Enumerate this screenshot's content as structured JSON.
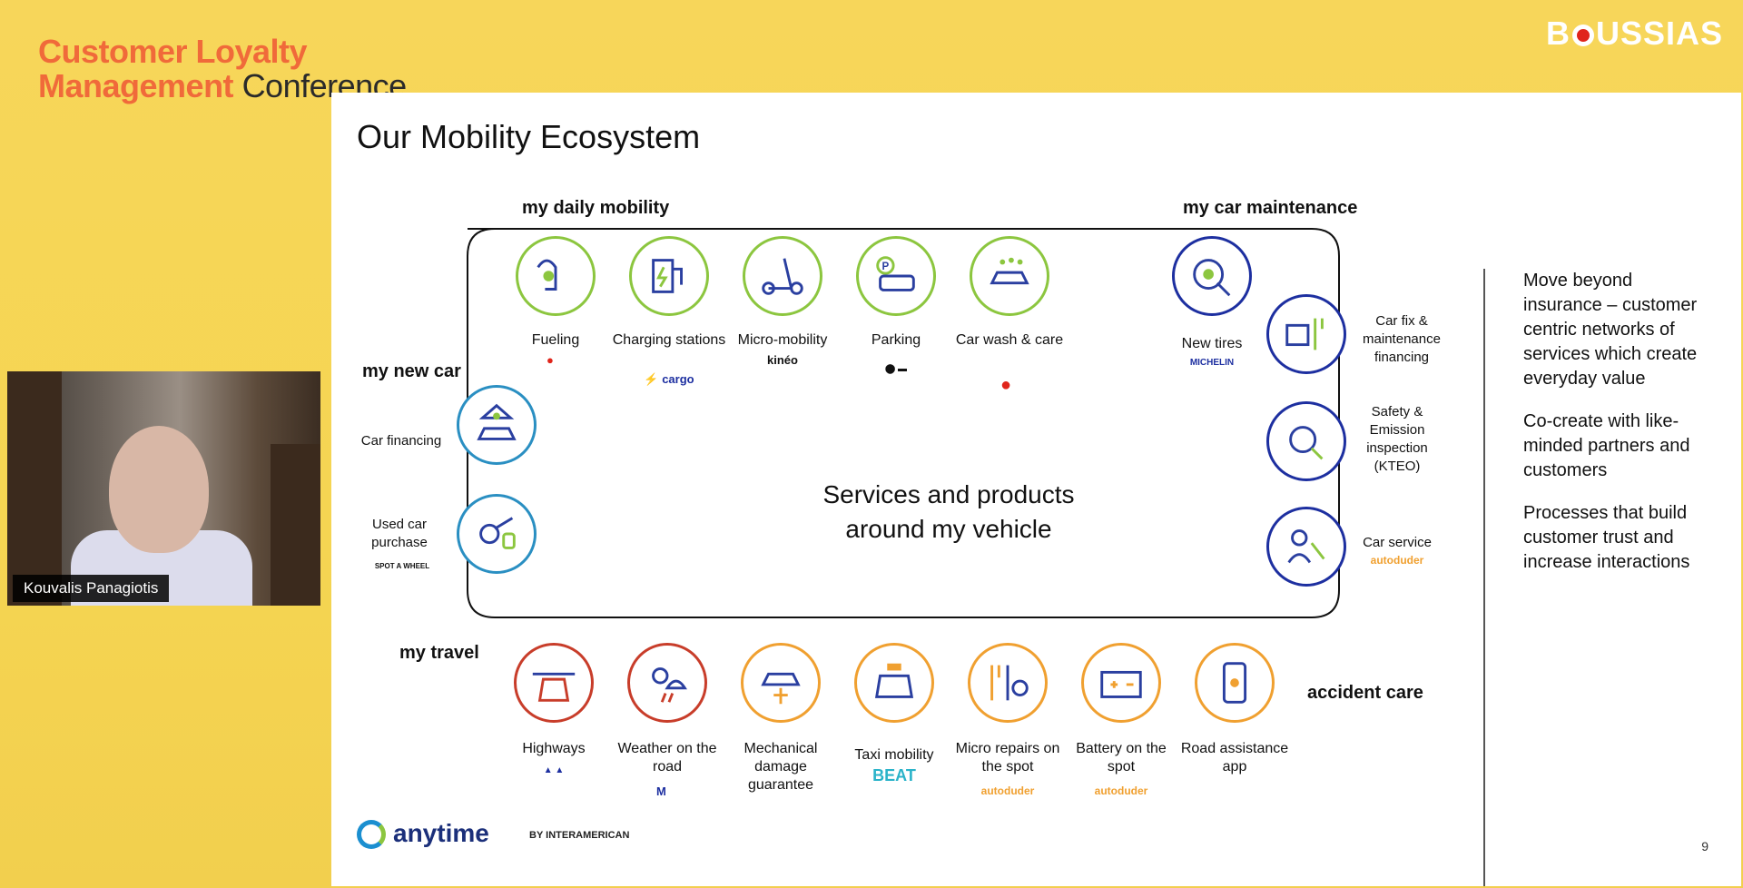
{
  "conference": {
    "line1": "Customer Loyalty",
    "line2_a": "Management",
    "line2_b": "Conference"
  },
  "brand": {
    "before": "B",
    "after": "USSIAS"
  },
  "video": {
    "name": "Kouvalis Panagiotis"
  },
  "slide": {
    "title": "Our Mobility Ecosystem",
    "center": {
      "line1": "Services and products",
      "line2": "around my vehicle"
    },
    "categories": {
      "daily": "my daily mobility",
      "maintenance": "my car maintenance",
      "new_car": "my new car",
      "travel": "my travel",
      "accident": "accident care"
    },
    "services": {
      "fueling": "Fueling",
      "charging": "Charging stations",
      "micro": "Micro-mobility",
      "parking": "Parking",
      "carwash": "Car wash & care",
      "tires": "New tires",
      "carfix": "Car fix & maintenance financing",
      "kteo": "Safety & Emission inspection (KTEO)",
      "carservice": "Car service",
      "financing": "Car financing",
      "usedcar": "Used car purchase",
      "highways": "Highways",
      "weather": "Weather on the road",
      "mechanical": "Mechanical damage guarantee",
      "taxi": "Taxi mobility",
      "microrepairs": "Micro repairs on the spot",
      "battery": "Battery on the spot",
      "road": "Road assistance app"
    },
    "partners": {
      "charging": "⚡ cargo",
      "micro": "kinéo",
      "tires": "MICHELIN",
      "carservice": "autoduder",
      "usedcar": "SPOT A WHEEL",
      "taxi": "BEAT",
      "microrepairs": "autoduder",
      "battery": "autoduder"
    },
    "side": [
      "Move beyond insurance – customer centric networks of services which create everyday value",
      "Co-create with like-minded partners and customers",
      "Processes that build customer trust and increase interactions"
    ],
    "logo": "anytime",
    "byline": "BY INTERAMERICAN",
    "page": "9"
  }
}
